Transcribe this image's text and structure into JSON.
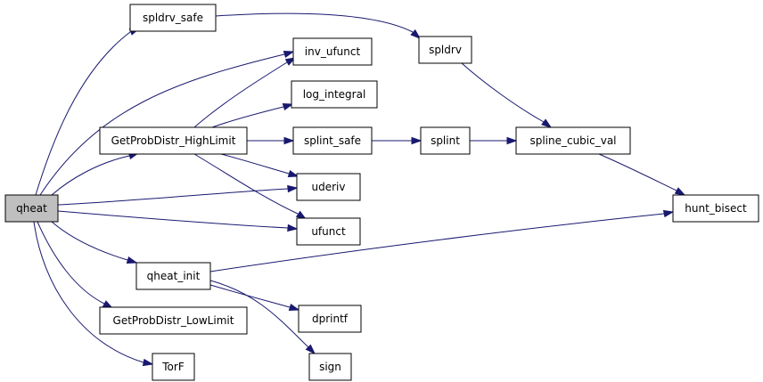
{
  "graph": {
    "root": "qheat",
    "edge_color": "#191970",
    "root_fill": "#bfbfbf",
    "nodes": [
      {
        "id": "qheat",
        "label": "qheat"
      },
      {
        "id": "spldrv_safe",
        "label": "spldrv_safe"
      },
      {
        "id": "GetProbDistr_HighLimit",
        "label": "GetProbDistr_HighLimit"
      },
      {
        "id": "qheat_init",
        "label": "qheat_init"
      },
      {
        "id": "GetProbDistr_LowLimit",
        "label": "GetProbDistr_LowLimit"
      },
      {
        "id": "TorF",
        "label": "TorF"
      },
      {
        "id": "inv_ufunct",
        "label": "inv_ufunct"
      },
      {
        "id": "log_integral",
        "label": "log_integral"
      },
      {
        "id": "splint_safe",
        "label": "splint_safe"
      },
      {
        "id": "uderiv",
        "label": "uderiv"
      },
      {
        "id": "ufunct",
        "label": "ufunct"
      },
      {
        "id": "dprintf",
        "label": "dprintf"
      },
      {
        "id": "sign",
        "label": "sign"
      },
      {
        "id": "spldrv",
        "label": "spldrv"
      },
      {
        "id": "splint",
        "label": "splint"
      },
      {
        "id": "spline_cubic_val",
        "label": "spline_cubic_val"
      },
      {
        "id": "hunt_bisect",
        "label": "hunt_bisect"
      }
    ],
    "edges": [
      {
        "from": "qheat",
        "to": "spldrv_safe"
      },
      {
        "from": "qheat",
        "to": "inv_ufunct"
      },
      {
        "from": "qheat",
        "to": "GetProbDistr_HighLimit"
      },
      {
        "from": "qheat",
        "to": "uderiv"
      },
      {
        "from": "qheat",
        "to": "ufunct"
      },
      {
        "from": "qheat",
        "to": "qheat_init"
      },
      {
        "from": "qheat",
        "to": "GetProbDistr_LowLimit"
      },
      {
        "from": "qheat",
        "to": "TorF"
      },
      {
        "from": "spldrv_safe",
        "to": "spldrv"
      },
      {
        "from": "GetProbDistr_HighLimit",
        "to": "inv_ufunct"
      },
      {
        "from": "GetProbDistr_HighLimit",
        "to": "log_integral"
      },
      {
        "from": "GetProbDistr_HighLimit",
        "to": "splint_safe"
      },
      {
        "from": "GetProbDistr_HighLimit",
        "to": "uderiv"
      },
      {
        "from": "GetProbDistr_HighLimit",
        "to": "ufunct"
      },
      {
        "from": "splint_safe",
        "to": "splint"
      },
      {
        "from": "splint",
        "to": "spline_cubic_val"
      },
      {
        "from": "spldrv",
        "to": "spline_cubic_val"
      },
      {
        "from": "spline_cubic_val",
        "to": "hunt_bisect"
      },
      {
        "from": "qheat_init",
        "to": "hunt_bisect"
      },
      {
        "from": "qheat_init",
        "to": "dprintf"
      },
      {
        "from": "qheat_init",
        "to": "sign"
      }
    ]
  }
}
